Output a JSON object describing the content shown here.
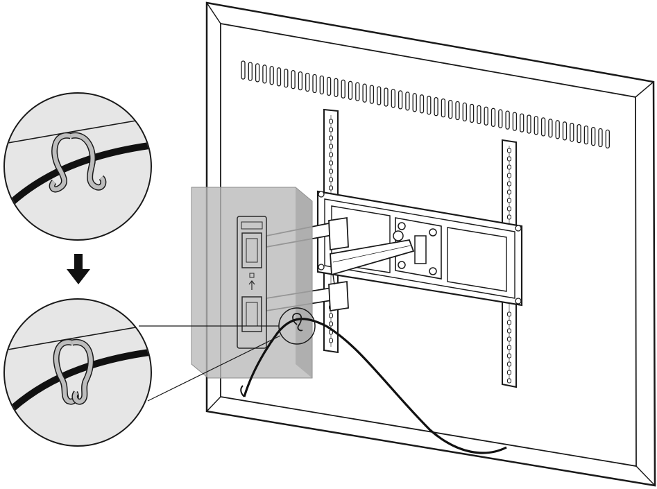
{
  "diagram": {
    "kind": "cable-management-instruction",
    "steps": [
      {
        "id": "step-1",
        "description_visible": false
      },
      {
        "id": "step-2",
        "description_visible": false
      }
    ],
    "arrow_direction": "down",
    "colors": {
      "line": "#1a1a1a",
      "panel_fill": "#ffffff",
      "detail_fill": "#e6e6e6",
      "clip_fill": "#bdbdbd",
      "device_fill": "#b8b8b8",
      "cable": "#111111"
    }
  }
}
